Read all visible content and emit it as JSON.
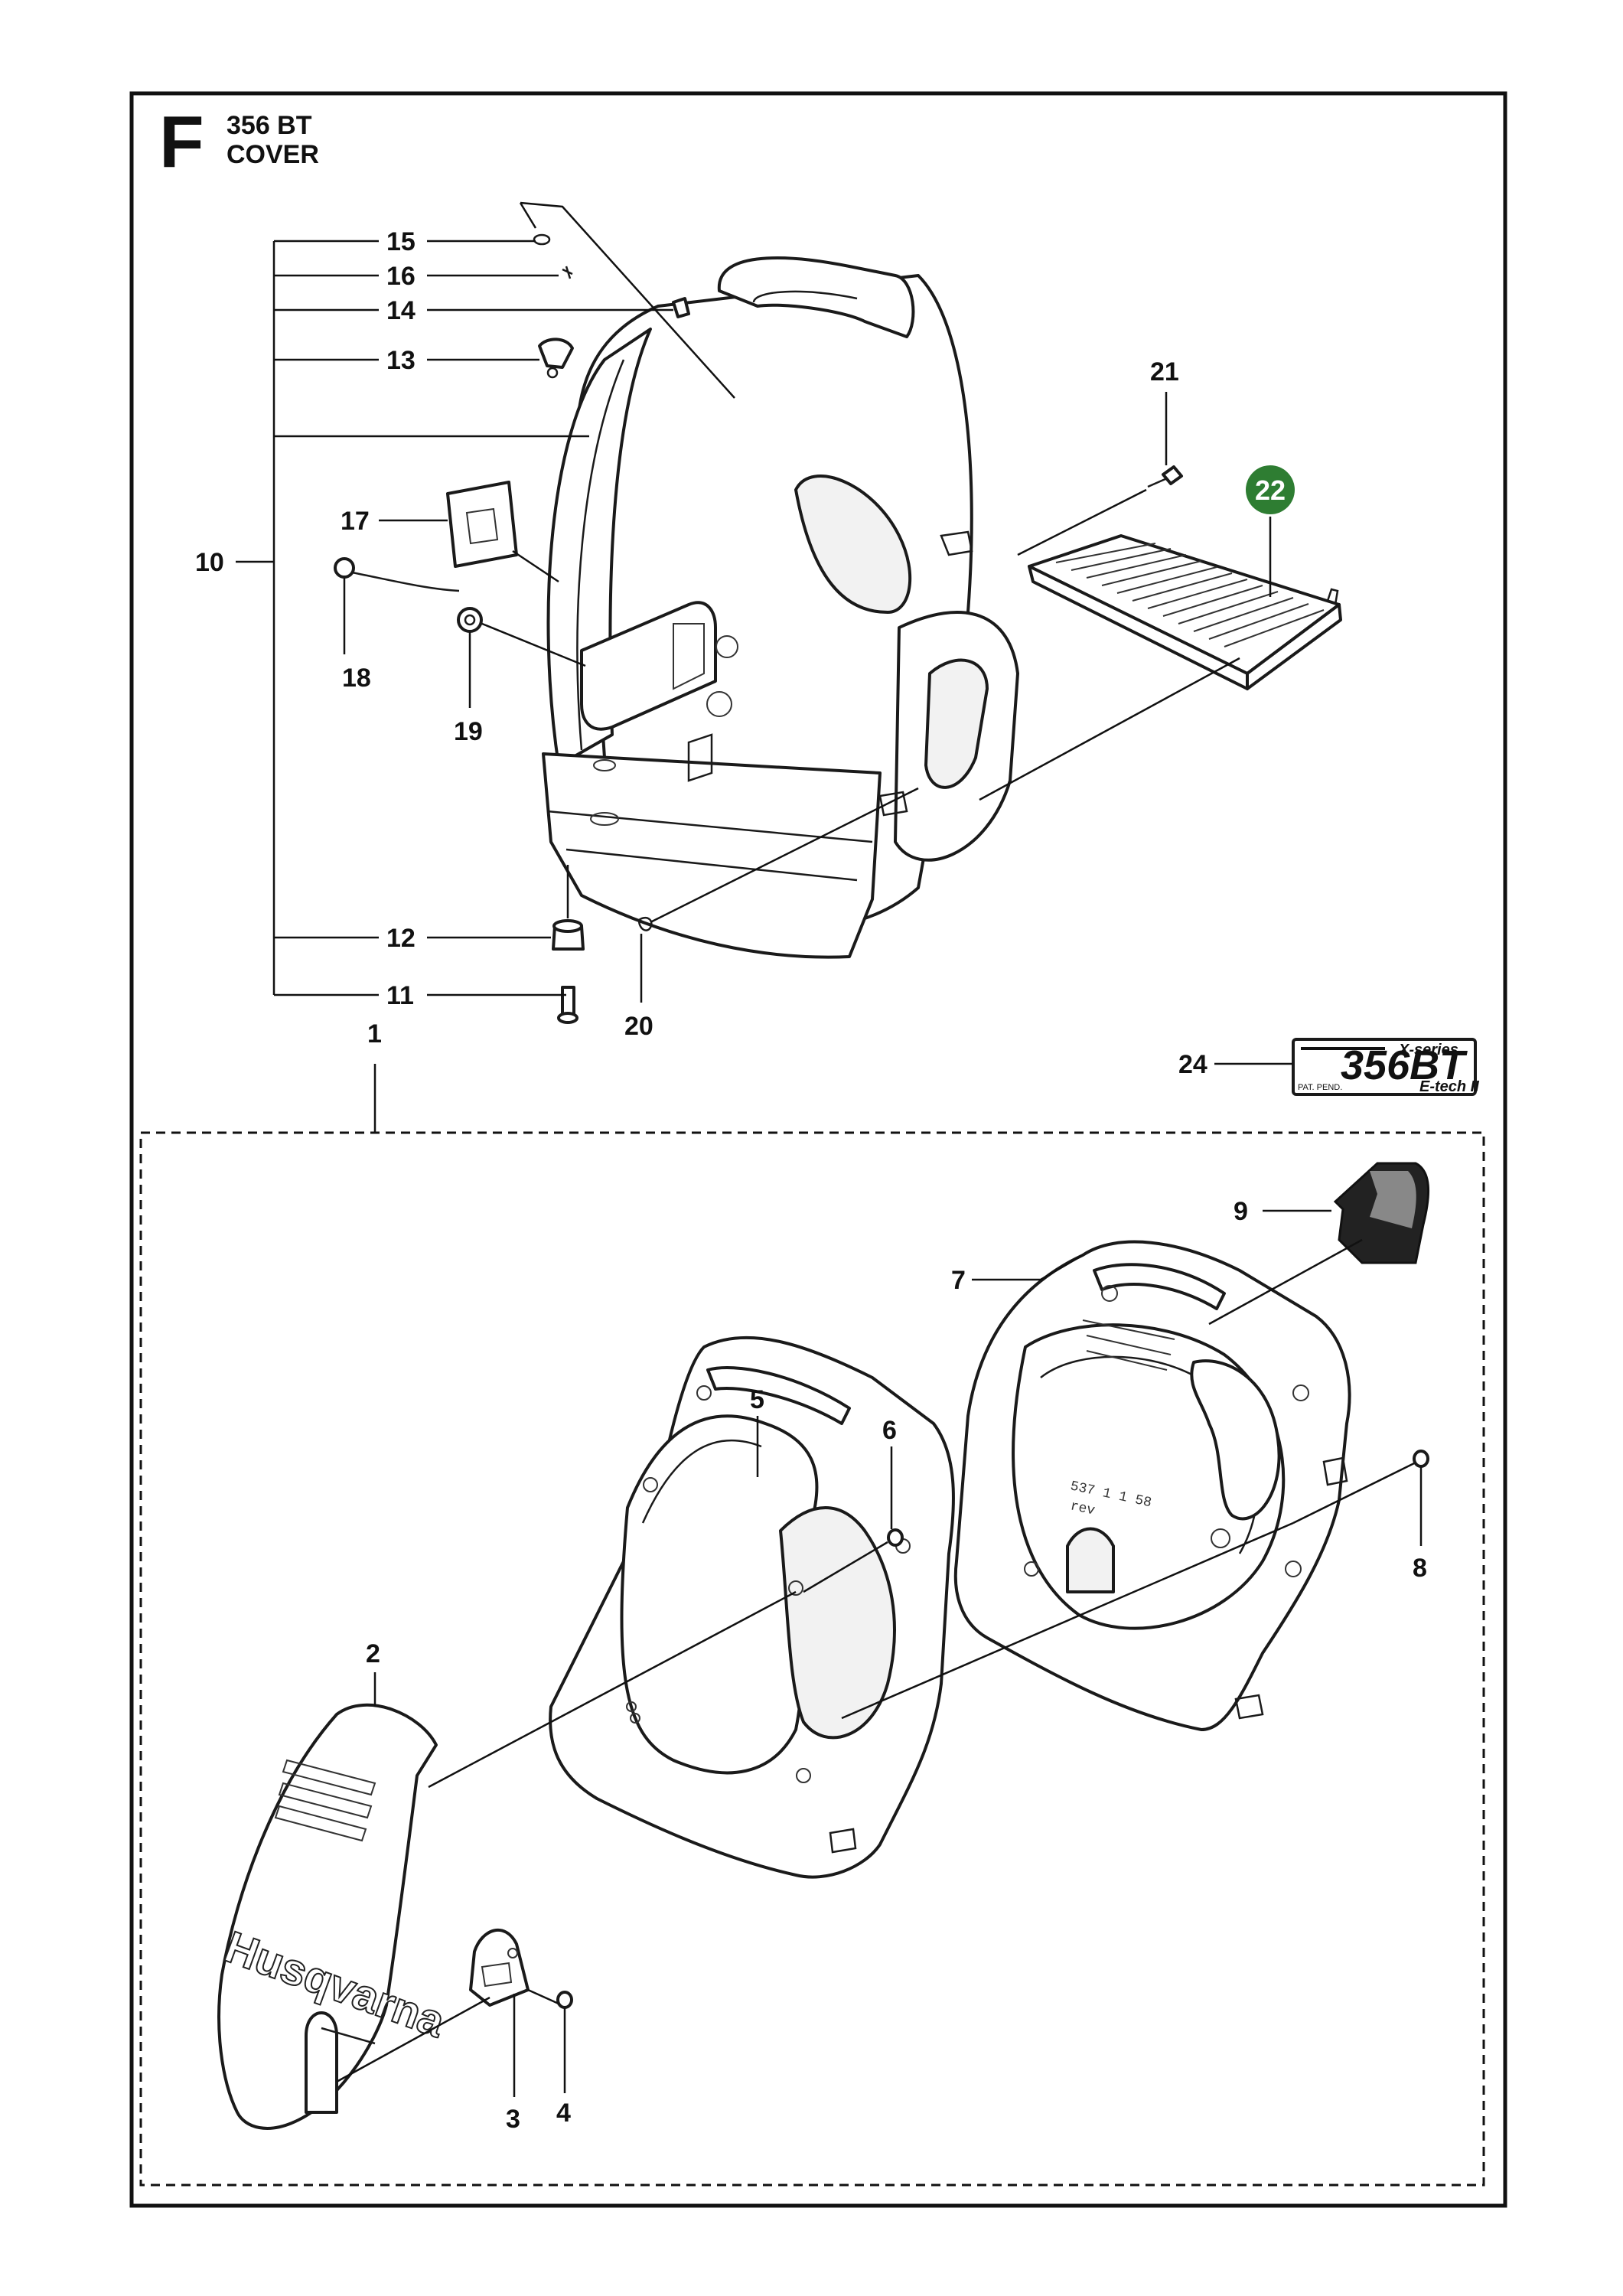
{
  "header": {
    "section_letter": "F",
    "model": "356 BT",
    "group": "COVER"
  },
  "callouts": {
    "c1": "1",
    "c2": "2",
    "c3": "3",
    "c4": "4",
    "c5": "5",
    "c6": "6",
    "c7": "7",
    "c8": "8",
    "c9": "9",
    "c10": "10",
    "c11": "11",
    "c12": "12",
    "c13": "13",
    "c14": "14",
    "c15": "15",
    "c16": "16",
    "c17": "17",
    "c18": "18",
    "c19": "19",
    "c20": "20",
    "c21": "21",
    "c22": "22",
    "c24": "24"
  },
  "highlight": {
    "badge_color": "#2e7d32",
    "badge_part": "22"
  },
  "label_decal": {
    "series": "X-series",
    "model": "356BT",
    "patent": "PAT. PEND.",
    "engine": "E-tech II"
  },
  "cover_logo": "Husqvarna",
  "part_stamp": {
    "number": "537 1 1 58",
    "rev": "rev"
  }
}
